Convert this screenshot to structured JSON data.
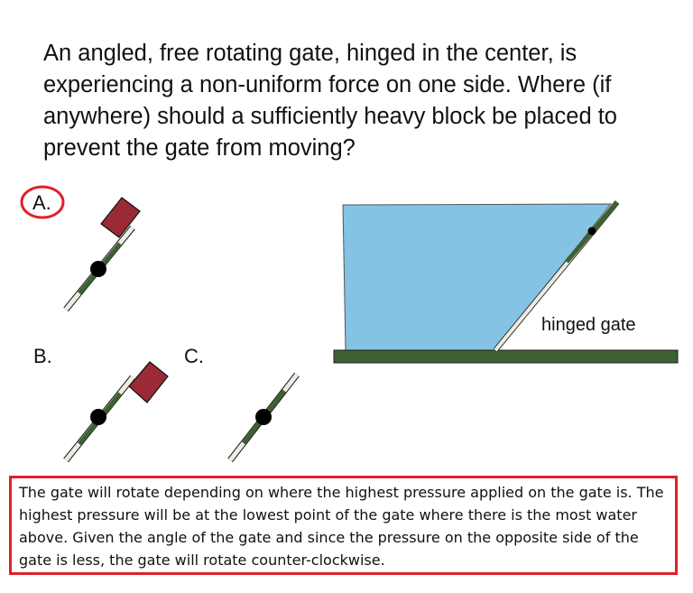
{
  "question": "An angled, free rotating gate, hinged in the center, is experiencing a non-uniform force on one side. Where (if anywhere) should a sufficiently heavy block be placed to prevent the gate from moving?",
  "options": [
    {
      "label": "A.",
      "selected": true
    },
    {
      "label": "B.",
      "selected": false
    },
    {
      "label": "C.",
      "selected": false
    }
  ],
  "diagram": {
    "gate_label": "hinged gate"
  },
  "answer": "The gate will rotate depending on where the highest pressure applied on the gate is. The highest pressure will be at the lowest point of the gate where there is the most water above. Given the angle of the gate and since the pressure on the opposite side of the gate is less, the gate will rotate counter-clockwise.",
  "colors": {
    "water": "#85c3e5",
    "ground": "#3d6130",
    "block": "#9b2a36",
    "highlight": "#e0202a"
  }
}
